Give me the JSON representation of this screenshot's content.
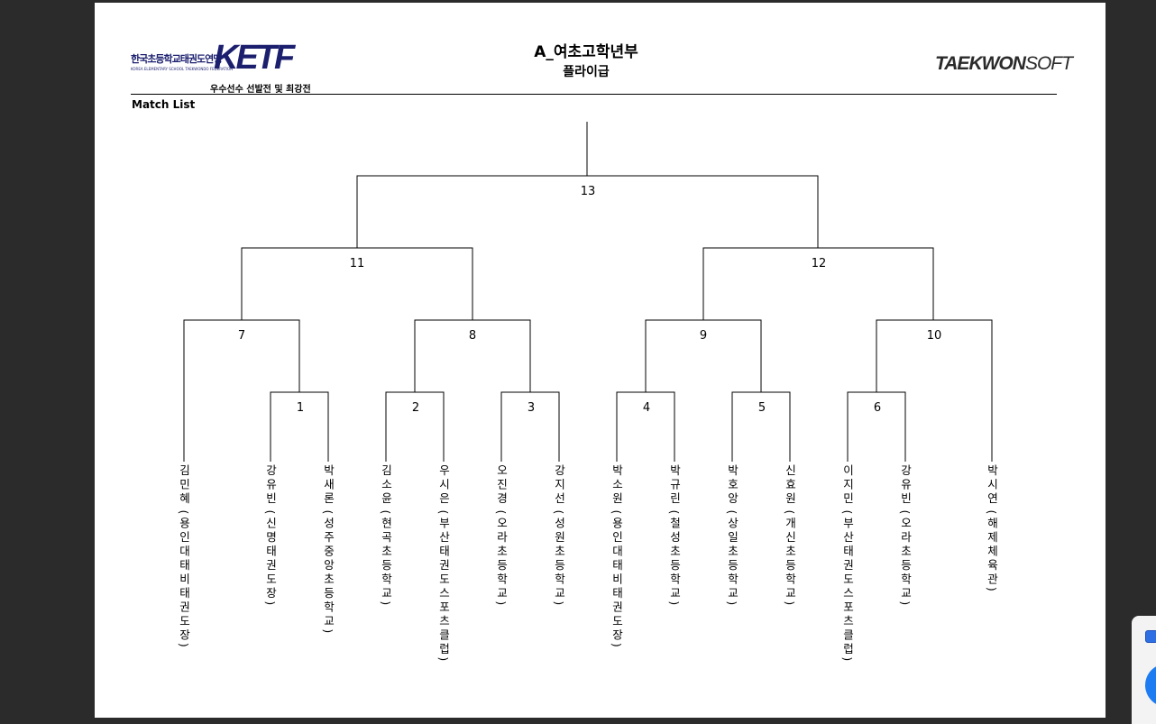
{
  "header": {
    "org_name": "한국초등학교태권도연맹",
    "org_name_en": "KOREA ELEMENTARY SCHOOL TAEKWONDO FEDERATION",
    "logo_mark": "KETF",
    "event_name": "우수선수 선발전 및 최강전",
    "title": "A_여초고학년부",
    "weight_class": "플라이급",
    "brand_bold": "TAEKWON",
    "brand_light": "SOFT"
  },
  "section_label": "Match List",
  "matches": [
    "1",
    "2",
    "3",
    "4",
    "5",
    "6",
    "7",
    "8",
    "9",
    "10",
    "11",
    "12",
    "13"
  ],
  "players": [
    {
      "name": "김민혜",
      "club": "(용인대태비태권도장)"
    },
    {
      "name": "강유빈",
      "club": "(신명태권도장)"
    },
    {
      "name": "박새론",
      "club": "(성주중앙초등학교)"
    },
    {
      "name": "김소윤",
      "club": "(현곡초등학교)"
    },
    {
      "name": "우시은",
      "club": "(부산태권도스포츠클럽)"
    },
    {
      "name": "오진경",
      "club": "(오라초등학교)"
    },
    {
      "name": "강지선",
      "club": "(성원초등학교)"
    },
    {
      "name": "박소원",
      "club": "(용인대태비태권도장)"
    },
    {
      "name": "박규린",
      "club": "(철성초등학교)"
    },
    {
      "name": "박호앙",
      "club": "(상일초등학교)"
    },
    {
      "name": "신효원",
      "club": "(개신초등학교)"
    },
    {
      "name": "이지민",
      "club": "(부산태권도스포츠클럽)"
    },
    {
      "name": "강유빈",
      "club": "(오라초등학교)"
    },
    {
      "name": "박시연",
      "club": "(해제체육관)"
    }
  ]
}
